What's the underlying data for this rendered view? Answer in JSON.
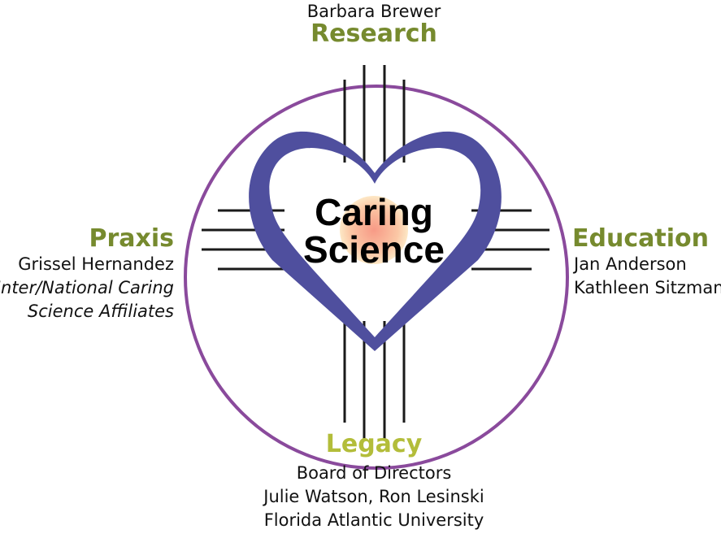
{
  "center": {
    "line1": "Caring",
    "line2": "Science"
  },
  "research": {
    "person": "Barbara Brewer",
    "heading": "Research"
  },
  "praxis": {
    "heading": "Praxis",
    "person": "Grissel Hernandez",
    "affiliates_line1": "Inter/National Caring",
    "affiliates_line2": "Science Affiliates"
  },
  "education": {
    "heading": "Education",
    "person1": "Jan Anderson",
    "person2": "Kathleen Sitzman"
  },
  "legacy": {
    "heading": "Legacy",
    "line1": "Board of Directors",
    "line2": "Julie Watson, Ron Lesinski",
    "line3": "Florida Atlantic University"
  },
  "colors": {
    "circle": "#8a4a9c",
    "heart": "#4f4f9e",
    "rays": "#1a1a1a",
    "research_heading": "#768a2e",
    "praxis_heading": "#768a2e",
    "education_heading": "#768a2e",
    "legacy_heading": "#b3bd3a",
    "sun_inner": "#f7a087",
    "sun_outer": "#fde0b8"
  }
}
